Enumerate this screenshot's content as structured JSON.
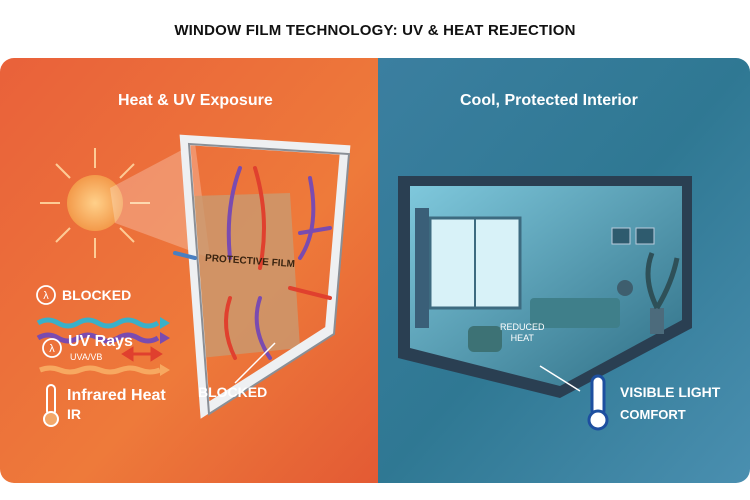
{
  "title": "WINDOW FILM TECHNOLOGY: UV & HEAT REJECTION",
  "left_panel": {
    "heading": "Heat & UV Exposure",
    "film_label": "PROTECTIVE FILM",
    "blocked_label": "BLOCKED",
    "legend": [
      {
        "icon": "lambda-icon",
        "label": "BLOCKED"
      },
      {
        "icon": "lambda-icon",
        "label": "UV Rays",
        "sublabel": "UVA/VB"
      },
      {
        "icon": "thermometer-icon",
        "label": "Infrared Heat",
        "sublabel": "IR"
      }
    ]
  },
  "right_panel": {
    "heading": "Cool, Protected Interior",
    "reduced_heat": [
      "REDUCED",
      "HEAT"
    ],
    "comfort_lines": [
      "VISIBLE LIGHT",
      "COMFORT"
    ]
  },
  "colors": {
    "orange": "#e8623a",
    "blue": "#2f7f9c",
    "uv_cyan": "#3ab0c8",
    "uv_purple": "#7a4bb0",
    "ir_orange": "#f29a4a",
    "red": "#e0402e"
  }
}
